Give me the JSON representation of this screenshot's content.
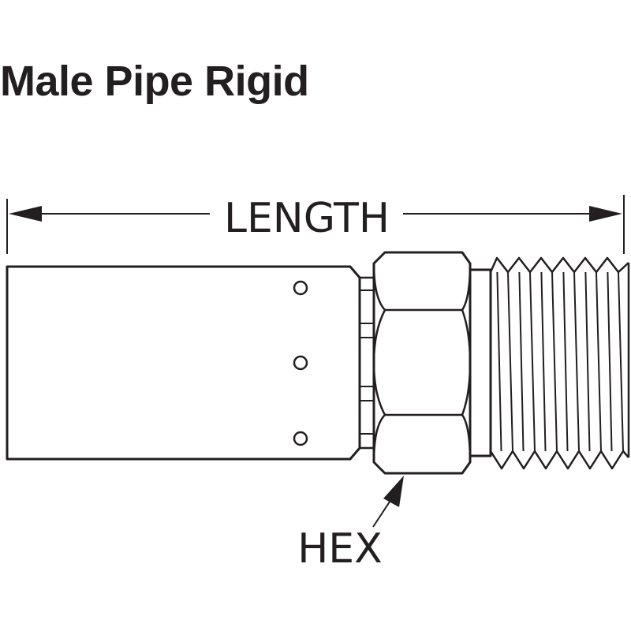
{
  "title": "Male Pipe Rigid",
  "dimensions": {
    "length_label": "LENGTH",
    "hex_label": "HEX"
  },
  "colors": {
    "line": "#231f20",
    "background": "#ffffff"
  }
}
